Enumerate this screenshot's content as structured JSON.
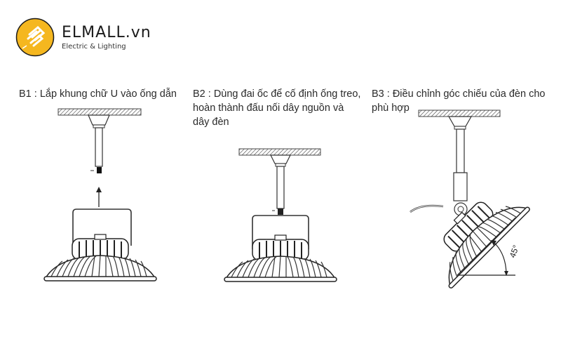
{
  "brand": {
    "name": "ELMALL.vn",
    "tagline": "Electric & Lighting",
    "logo_color": "#F5B71F",
    "logo_icon": "led-panel-icon"
  },
  "steps": [
    {
      "id": "B1",
      "text": "B1 : Lắp khung chữ U vào ống dẫn"
    },
    {
      "id": "B2",
      "text": "B2 : Dùng đai ốc để cố định ống treo, hoàn thành đấu nối dây nguồn và dây đèn"
    },
    {
      "id": "B3",
      "text": "B3 : Điều chỉnh góc chiếu của đèn cho phù hợp"
    }
  ],
  "annotations": {
    "angle": "45°"
  }
}
